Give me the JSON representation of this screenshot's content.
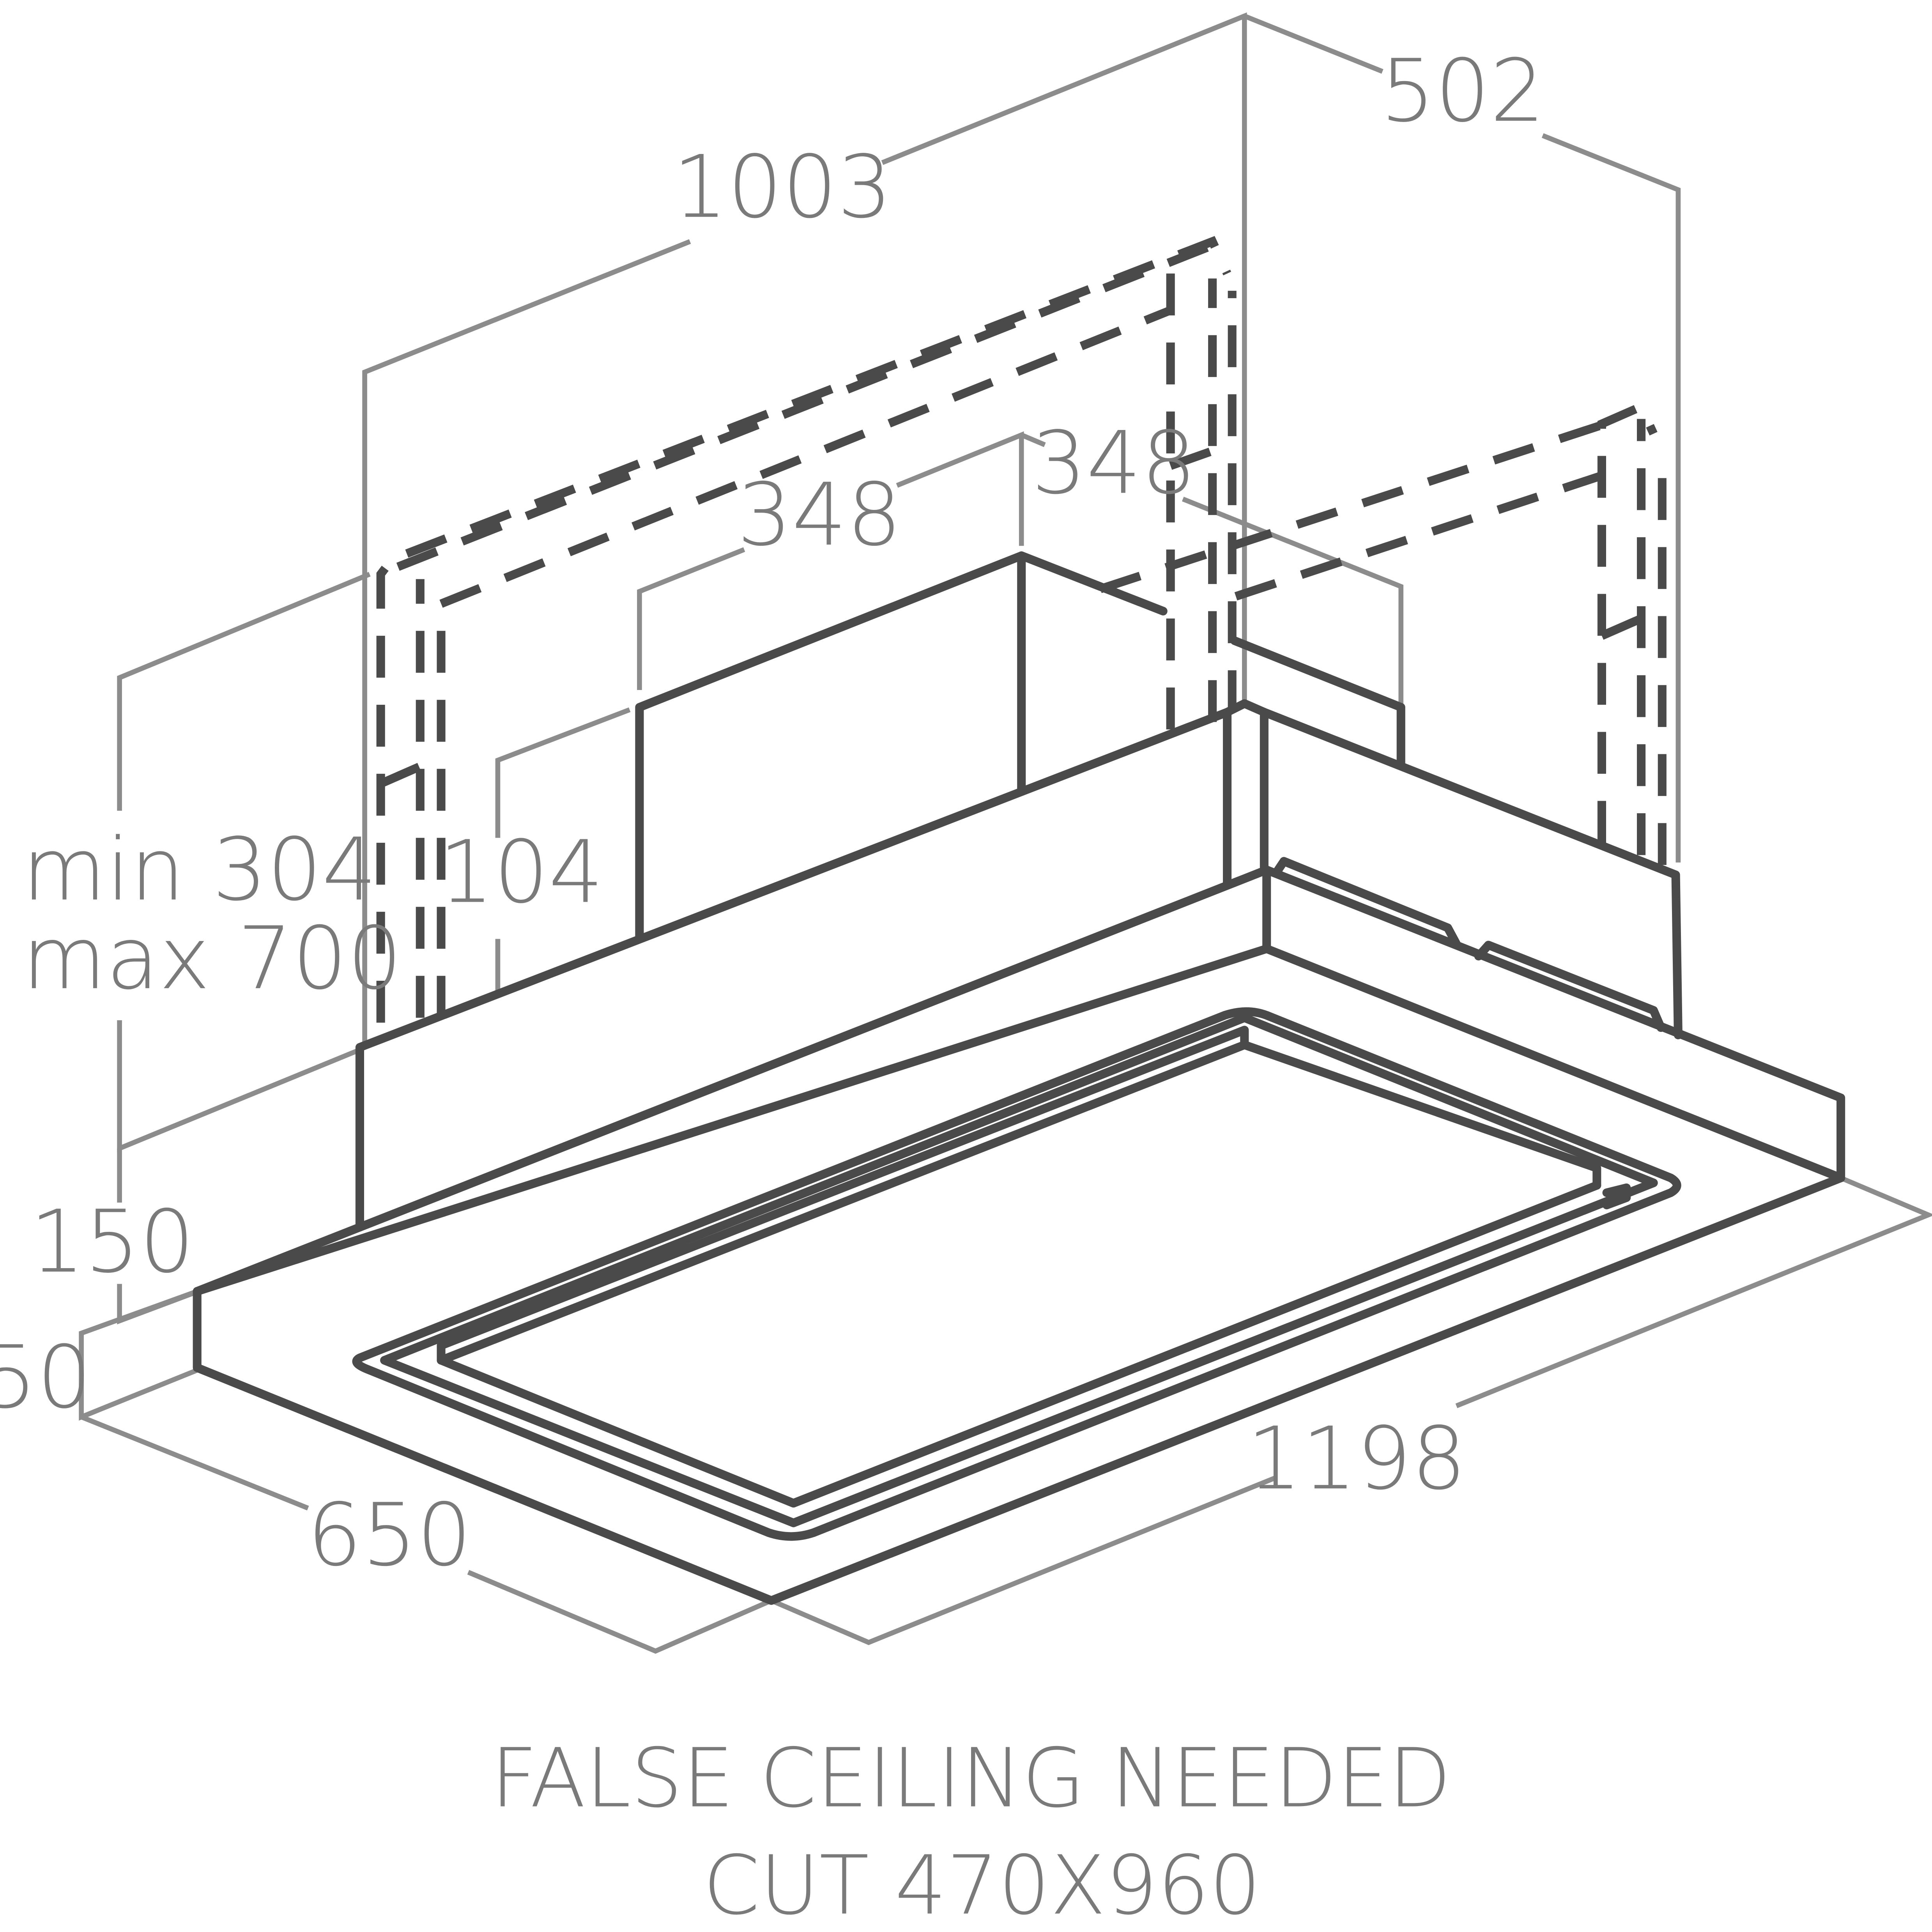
{
  "dimensions": {
    "width_top": "1003",
    "depth_top": "502",
    "chimney_width": "348",
    "chimney_depth": "348",
    "chimney_height": "104",
    "height_range_min": "min 304",
    "height_range_max": "max 700",
    "body_height": "150",
    "flange_height": "50",
    "depth": "650",
    "width": "1198"
  },
  "notes": {
    "line1": "FALSE CEILING NEEDED",
    "line2": "CUT 470X960"
  }
}
